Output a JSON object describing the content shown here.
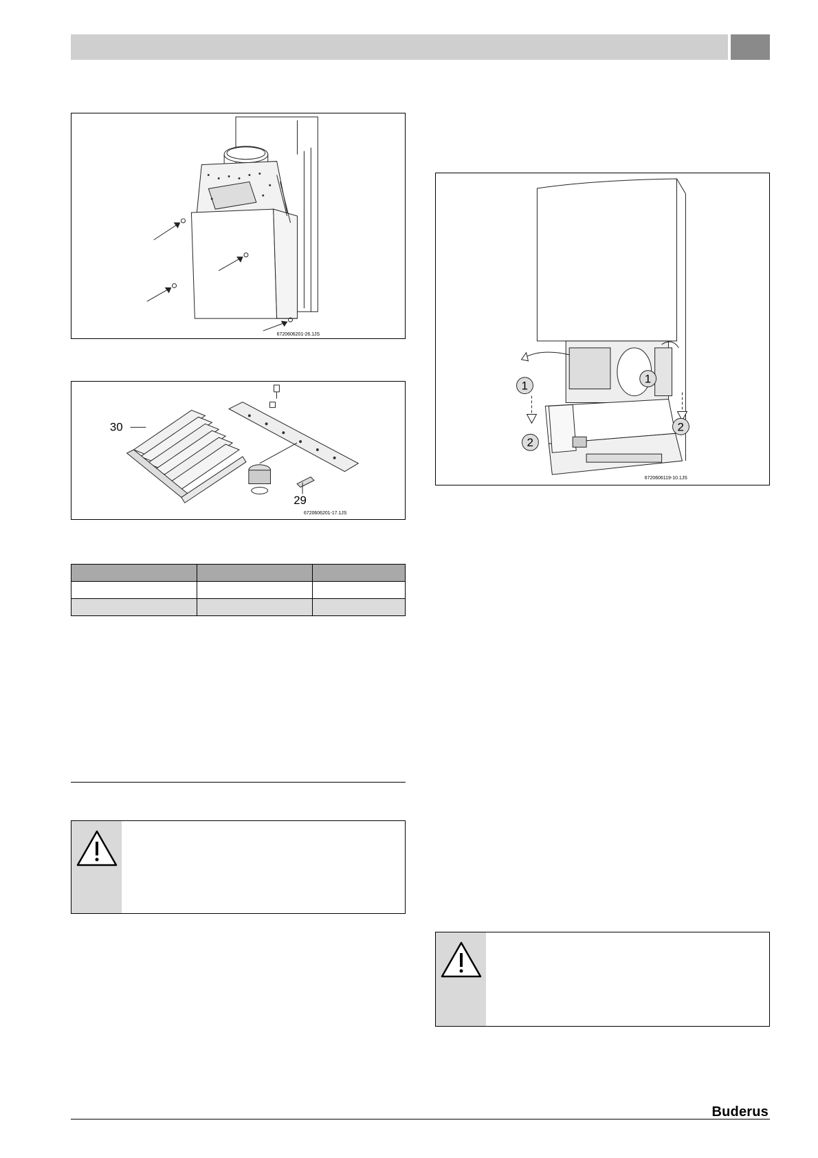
{
  "figures": {
    "fig1": {
      "code": "6720606201-26.1JS"
    },
    "fig2": {
      "code": "6720606201-17.1JS",
      "callout_a": "30",
      "callout_b": "29"
    },
    "fig3": {
      "code": "6720606119-10.1JS",
      "callout_1": "1",
      "callout_2": "2"
    }
  },
  "table": {
    "rows": [
      [
        "",
        "",
        ""
      ],
      [
        "",
        "",
        ""
      ],
      [
        "",
        "",
        ""
      ]
    ]
  },
  "footer": {
    "brand": "Buderus"
  },
  "icons": {
    "warning": "warning-triangle-icon"
  },
  "colors": {
    "header": "#cfcfcf",
    "header_tab": "#8a8a8a",
    "table_head": "#a9a9a9",
    "table_alt": "#dcdcdc",
    "warn_side": "#d9d9d9"
  }
}
